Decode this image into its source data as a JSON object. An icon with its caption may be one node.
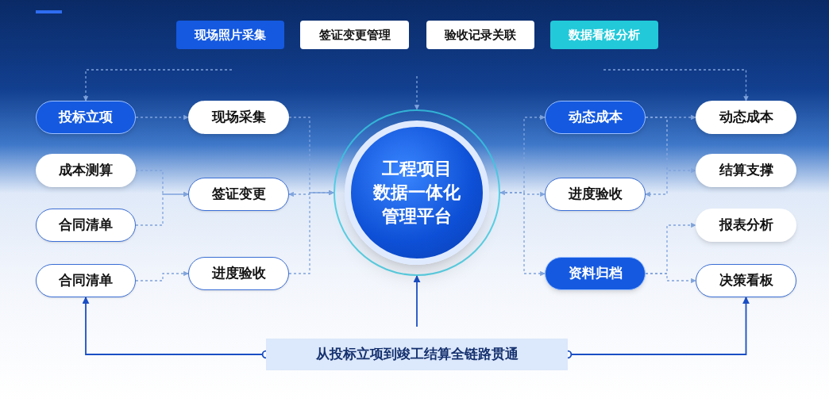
{
  "diagram": {
    "nodes": [
      {
        "text": [
          "现场照片采集"
        ]
      },
      {
        "text": [
          "签证变更管理"
        ]
      },
      {
        "text": [
          "验收记录关联"
        ]
      },
      {
        "text": [
          "数据看板分析"
        ]
      },
      {
        "text": [
          "投标立项"
        ]
      },
      {
        "text": [
          "成本测算"
        ]
      },
      {
        "text": [
          "合同清单"
        ]
      },
      {
        "text": [
          "合同清单"
        ]
      },
      {
        "text": [
          "现场采集"
        ]
      },
      {
        "text": [
          "签证变更"
        ]
      },
      {
        "text": [
          "进度验收"
        ]
      },
      {
        "text": [
          "工程项目",
          "数据一体化",
          "管理平台"
        ]
      },
      {
        "text": [
          "动态成本"
        ]
      },
      {
        "text": [
          "进度验收"
        ]
      },
      {
        "text": [
          "资料归档"
        ]
      },
      {
        "text": [
          "动态成本"
        ]
      },
      {
        "text": [
          "结算支撑"
        ]
      },
      {
        "text": [
          "报表分析"
        ]
      },
      {
        "text": [
          "决策看板"
        ]
      },
      {
        "text": [
          "从投标立项到竣工结算全链路贯通"
        ]
      }
    ],
    "edges": [
      {
        "from": null,
        "to": 4,
        "arrow": "to",
        "style": "dashed"
      },
      {
        "from": null,
        "to": 11,
        "arrow": "to",
        "style": "dashed"
      },
      {
        "from": null,
        "to": 15,
        "arrow": "to",
        "style": "dashed"
      },
      {
        "from": 4,
        "to": 8,
        "arrow": "to",
        "style": "dashed"
      },
      {
        "from": 5,
        "to": 9,
        "arrow": "to",
        "style": "dashed"
      },
      {
        "from": 6,
        "to": 9,
        "arrow": "to",
        "style": "dashed"
      },
      {
        "from": 7,
        "to": 10,
        "arrow": "to",
        "style": "dashed"
      },
      {
        "from": 8,
        "to": 11,
        "arrow": "to",
        "style": "dashed"
      },
      {
        "from": 9,
        "to": 11,
        "arrow": "both",
        "style": "dashed"
      },
      {
        "from": 10,
        "to": 11,
        "arrow": "to",
        "style": "dashed"
      },
      {
        "from": 11,
        "to": 12,
        "arrow": "to",
        "style": "dashed"
      },
      {
        "from": 11,
        "to": 13,
        "arrow": "both",
        "style": "dashed"
      },
      {
        "from": 11,
        "to": 14,
        "arrow": "to",
        "style": "dashed"
      },
      {
        "from": 12,
        "to": 15,
        "arrow": "to",
        "style": "dashed"
      },
      {
        "from": 12,
        "to": 16,
        "arrow": "to",
        "style": "dashed"
      },
      {
        "from": 14,
        "to": 17,
        "arrow": "to",
        "style": "dashed"
      },
      {
        "from": 14,
        "to": 18,
        "arrow": "to",
        "style": "dashed"
      },
      {
        "from": 12,
        "to": 13,
        "arrow": "to",
        "style": "dashed"
      },
      {
        "from": 19,
        "to": 7,
        "arrow": "to",
        "color": "#1a4fc4"
      },
      {
        "from": 19,
        "to": 18,
        "arrow": "to",
        "color": "#1a4fc4"
      },
      {
        "from": null,
        "to": 11,
        "arrow": "to",
        "color": "#1a4fc4"
      }
    ]
  }
}
